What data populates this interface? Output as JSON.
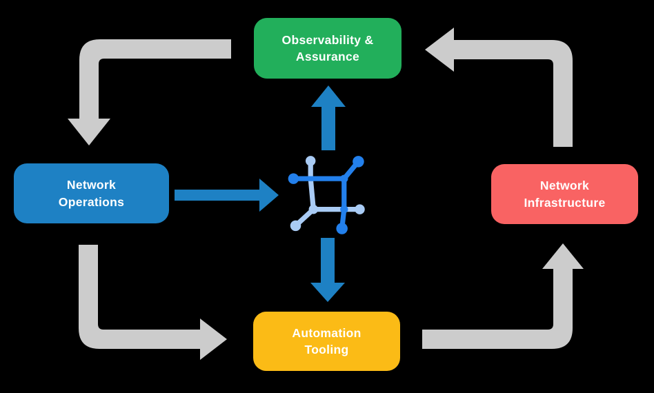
{
  "diagram": {
    "background_color": "#000000",
    "nodes": [
      {
        "id": "observability-assurance",
        "label": "Observability &\nAssurance",
        "color": "#22AF5B",
        "position": "top"
      },
      {
        "id": "network-operations",
        "label": "Network\nOperations",
        "color": "#1E81C4",
        "position": "left"
      },
      {
        "id": "network-infrastructure",
        "label": "Network\nInfrastructure",
        "color": "#F96363",
        "position": "right"
      },
      {
        "id": "automation-tooling",
        "label": "Automation\nTooling",
        "color": "#FBBB16",
        "position": "bottom"
      }
    ],
    "center_icon": {
      "name": "network-mesh-icon",
      "primary_color": "#2380EC",
      "secondary_color": "#A9CBF4"
    },
    "arrows": {
      "gray_color": "#CCCCCC",
      "blue_color": "#1E81C4",
      "gray_cycle": [
        {
          "from": "observability-assurance",
          "to": "network-operations"
        },
        {
          "from": "network-operations",
          "to": "automation-tooling"
        },
        {
          "from": "automation-tooling",
          "to": "network-infrastructure"
        },
        {
          "from": "network-infrastructure",
          "to": "observability-assurance"
        }
      ],
      "blue_flow": [
        {
          "from": "network-operations",
          "to": "center-icon"
        },
        {
          "from": "center-icon",
          "to": "observability-assurance"
        },
        {
          "from": "center-icon",
          "to": "automation-tooling"
        }
      ]
    }
  }
}
